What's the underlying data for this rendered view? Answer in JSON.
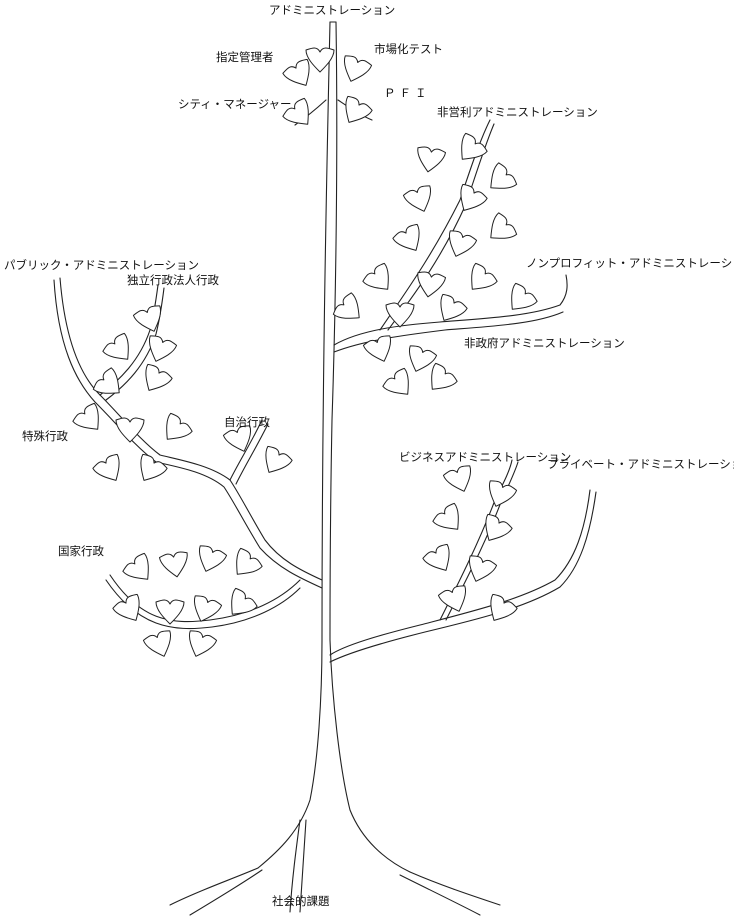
{
  "labels": {
    "top": "アドミニストレーション",
    "designated_manager": "指定管理者",
    "market_test": "市場化テスト",
    "city_manager": "シティ・マネージャー",
    "pfi": "ＰＦＩ",
    "nonprofit_admin": "非営利アドミニストレーション",
    "npo_admin": "ノンプロフィット・アドミニストレーション",
    "nongov_admin": "非政府アドミニストレーション",
    "public_admin": "パブリック・アドミニストレーション",
    "independent_agency": "独立行政法人行政",
    "special_admin": "特殊行政",
    "local_admin": "自治行政",
    "national_admin": "国家行政",
    "business_admin": "ビジネスアドミニストレーション",
    "private_admin": "プライベート・アドミニストレーション",
    "root": "社会的課題"
  }
}
